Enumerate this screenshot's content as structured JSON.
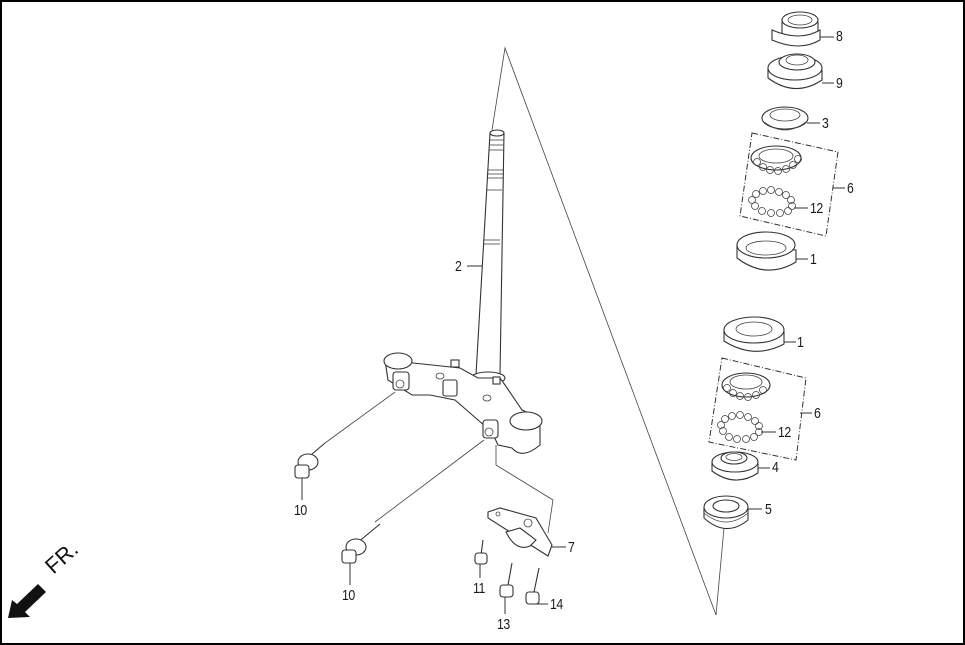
{
  "diagram": {
    "title": "Steering stem exploded parts diagram",
    "direction_indicator": {
      "label": "FR.",
      "icon": "arrow-down-left-icon"
    },
    "callouts": [
      {
        "id": "8",
        "label": "8",
        "part": "Top lock nut"
      },
      {
        "id": "9",
        "label": "9",
        "part": "Adjusting nut"
      },
      {
        "id": "3",
        "label": "3",
        "part": "Upper cone race"
      },
      {
        "id": "6a",
        "label": "6",
        "part": "Bearing set (upper)"
      },
      {
        "id": "12a",
        "label": "12",
        "part": "Steel balls (upper)"
      },
      {
        "id": "1a",
        "label": "1",
        "part": "Ball race (upper)"
      },
      {
        "id": "1b",
        "label": "1",
        "part": "Ball race (lower)"
      },
      {
        "id": "6b",
        "label": "6",
        "part": "Bearing set (lower)"
      },
      {
        "id": "12b",
        "label": "12",
        "part": "Steel balls (lower)"
      },
      {
        "id": "4",
        "label": "4",
        "part": "Lower cone race"
      },
      {
        "id": "5",
        "label": "5",
        "part": "Dust seal"
      },
      {
        "id": "2",
        "label": "2",
        "part": "Steering stem"
      },
      {
        "id": "10a",
        "label": "10",
        "part": "Flange bolt"
      },
      {
        "id": "10b",
        "label": "10",
        "part": "Flange bolt"
      },
      {
        "id": "7",
        "label": "7",
        "part": "Brake hose clamp"
      },
      {
        "id": "11",
        "label": "11",
        "part": "Bolt"
      },
      {
        "id": "13",
        "label": "13",
        "part": "Bolt"
      },
      {
        "id": "14",
        "label": "14",
        "part": "Bolt"
      }
    ]
  }
}
